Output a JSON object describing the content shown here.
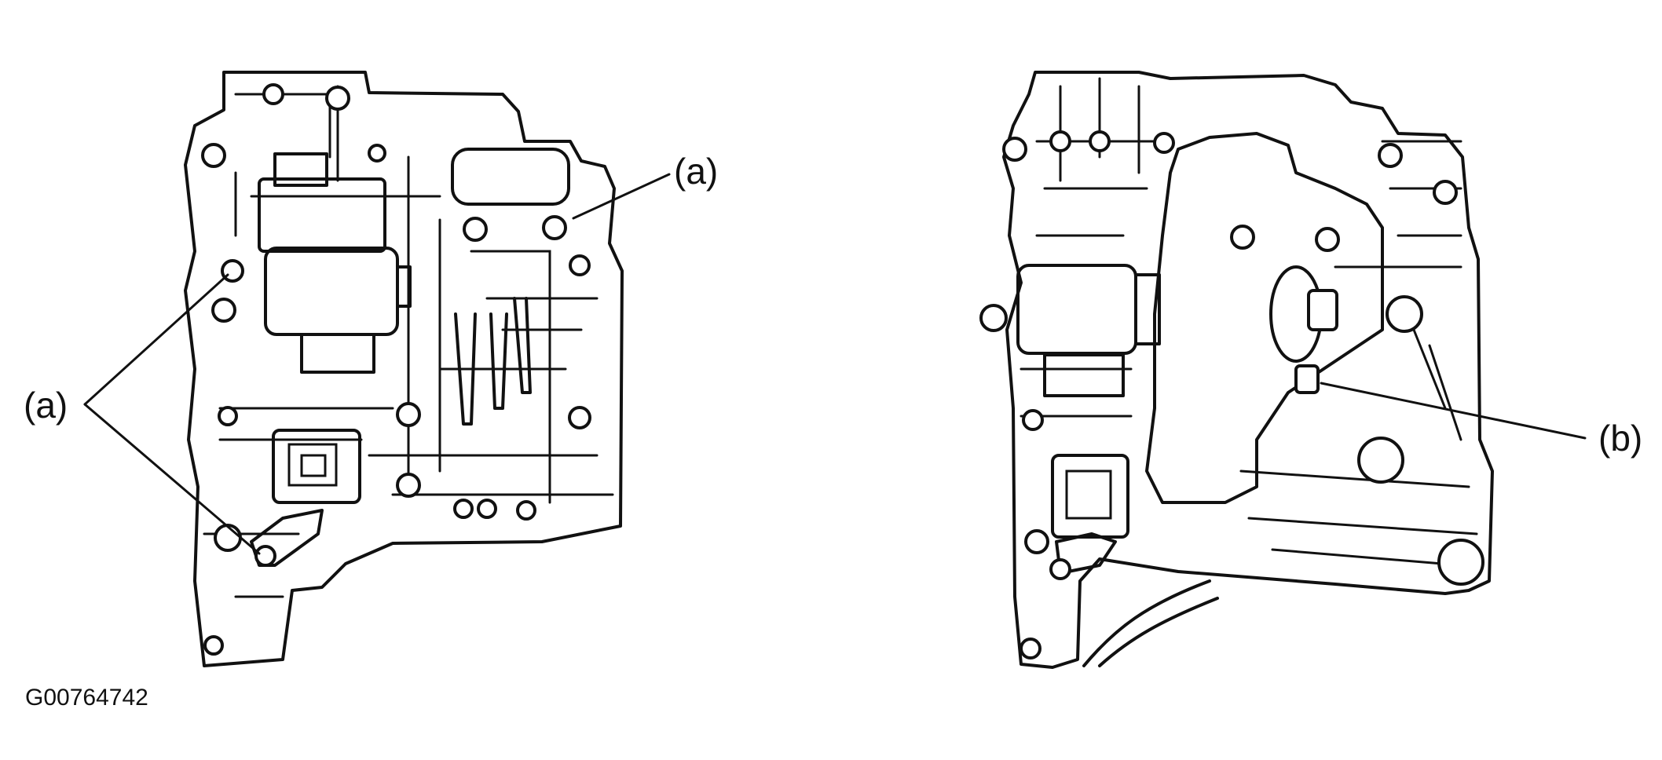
{
  "callouts": {
    "a_right": "(a)",
    "a_left": "(a)",
    "b": "(b)"
  },
  "figure_id": "G00764742"
}
